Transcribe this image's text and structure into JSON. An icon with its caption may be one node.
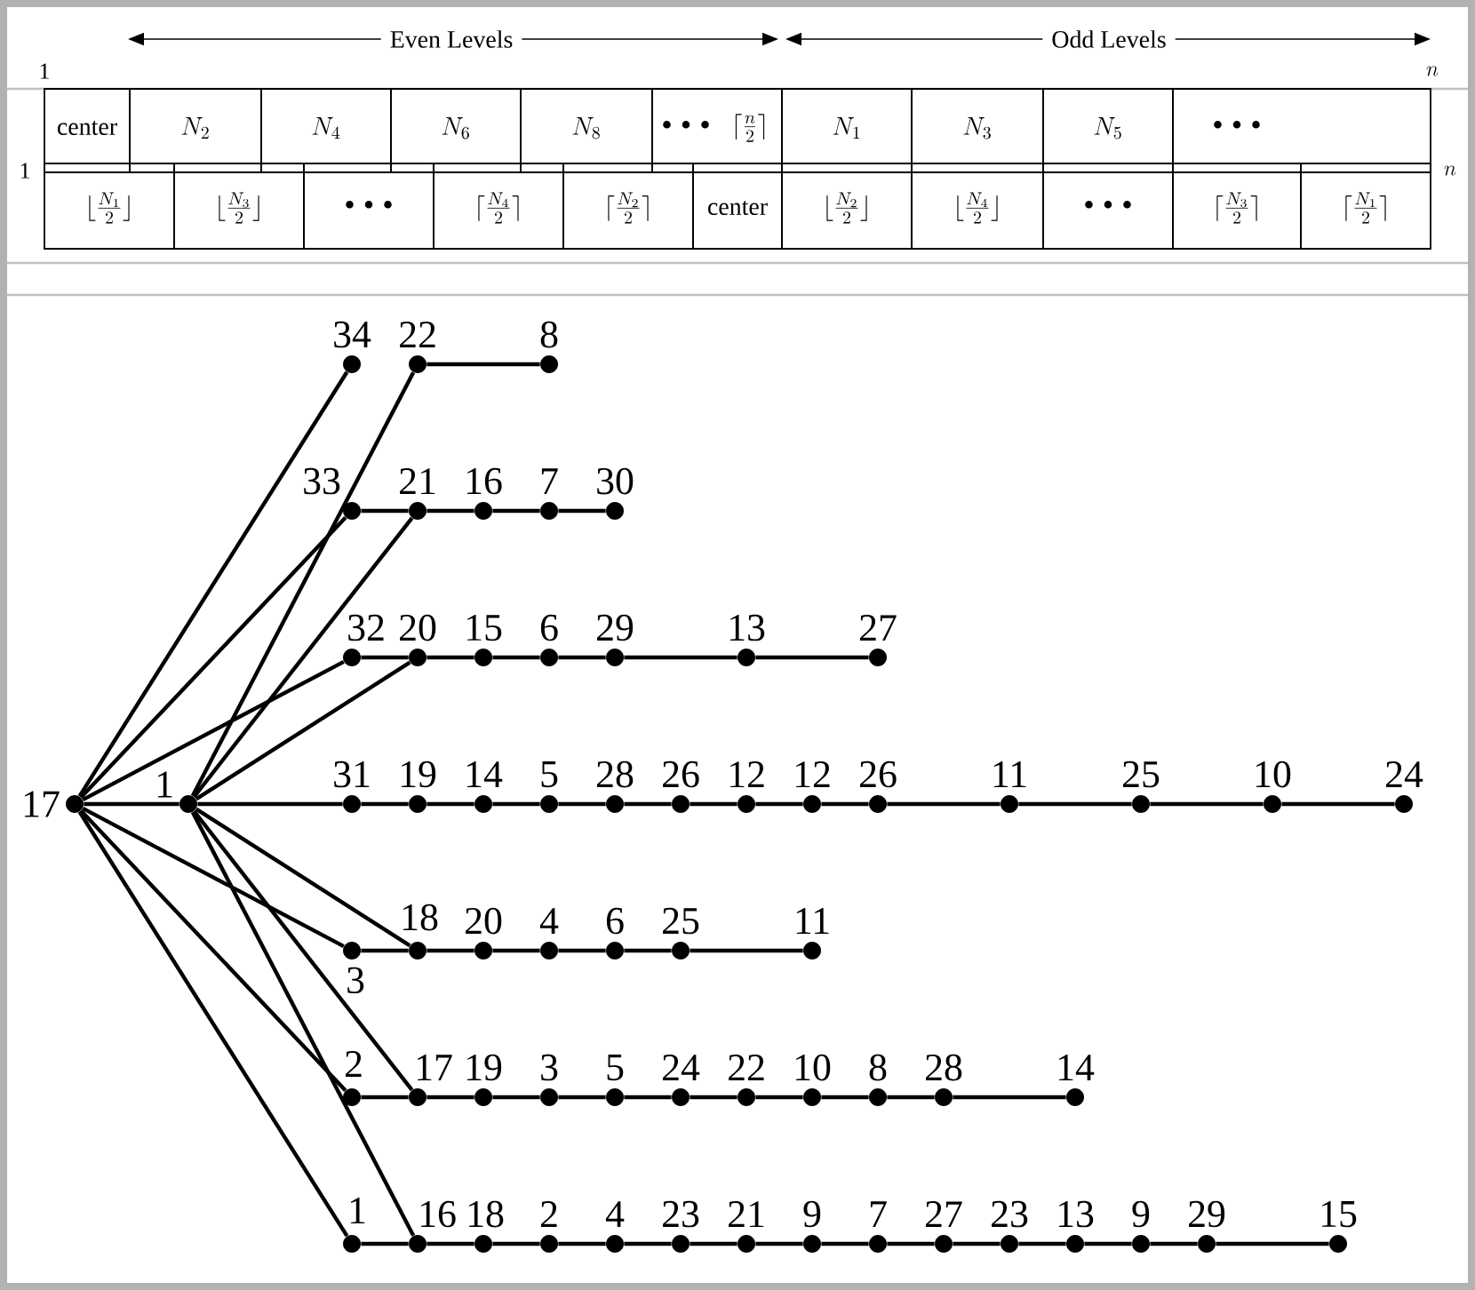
{
  "diagram": {
    "nodes": [
      {
        "text": [
          "34"
        ]
      },
      {
        "text": [
          "22"
        ]
      },
      {
        "text": [
          "8"
        ]
      },
      {
        "text": [
          "33"
        ]
      },
      {
        "text": [
          "21"
        ]
      },
      {
        "text": [
          "16"
        ]
      },
      {
        "text": [
          "7"
        ]
      },
      {
        "text": [
          "30"
        ]
      },
      {
        "text": [
          "32"
        ]
      },
      {
        "text": [
          "20"
        ]
      },
      {
        "text": [
          "15"
        ]
      },
      {
        "text": [
          "6"
        ]
      },
      {
        "text": [
          "29"
        ]
      },
      {
        "text": [
          "13"
        ]
      },
      {
        "text": [
          "27"
        ]
      },
      {
        "text": [
          "17"
        ]
      },
      {
        "text": [
          "1"
        ]
      },
      {
        "text": [
          "31"
        ]
      },
      {
        "text": [
          "19"
        ]
      },
      {
        "text": [
          "14"
        ]
      },
      {
        "text": [
          "5"
        ]
      },
      {
        "text": [
          "28"
        ]
      },
      {
        "text": [
          "26"
        ]
      },
      {
        "text": [
          "12"
        ]
      },
      {
        "text": [
          "12"
        ]
      },
      {
        "text": [
          "26"
        ]
      },
      {
        "text": [
          "11"
        ]
      },
      {
        "text": [
          "25"
        ]
      },
      {
        "text": [
          "10"
        ]
      },
      {
        "text": [
          "24"
        ]
      },
      {
        "text": [
          "3"
        ]
      },
      {
        "text": [
          "18"
        ]
      },
      {
        "text": [
          "20"
        ]
      },
      {
        "text": [
          "4"
        ]
      },
      {
        "text": [
          "6"
        ]
      },
      {
        "text": [
          "25"
        ]
      },
      {
        "text": [
          "11"
        ]
      },
      {
        "text": [
          "2"
        ]
      },
      {
        "text": [
          "17"
        ]
      },
      {
        "text": [
          "19"
        ]
      },
      {
        "text": [
          "3"
        ]
      },
      {
        "text": [
          "5"
        ]
      },
      {
        "text": [
          "24"
        ]
      },
      {
        "text": [
          "22"
        ]
      },
      {
        "text": [
          "10"
        ]
      },
      {
        "text": [
          "8"
        ]
      },
      {
        "text": [
          "28"
        ]
      },
      {
        "text": [
          "14"
        ]
      },
      {
        "text": [
          "1"
        ]
      },
      {
        "text": [
          "16"
        ]
      },
      {
        "text": [
          "18"
        ]
      },
      {
        "text": [
          "2"
        ]
      },
      {
        "text": [
          "4"
        ]
      },
      {
        "text": [
          "23"
        ]
      },
      {
        "text": [
          "21"
        ]
      },
      {
        "text": [
          "9"
        ]
      },
      {
        "text": [
          "7"
        ]
      },
      {
        "text": [
          "27"
        ]
      },
      {
        "text": [
          "23"
        ]
      },
      {
        "text": [
          "13"
        ]
      },
      {
        "text": [
          "9"
        ]
      },
      {
        "text": [
          "29"
        ]
      },
      {
        "text": [
          "15"
        ]
      }
    ],
    "edges": [
      {
        "from": 15,
        "to": 16,
        "arrow": "none"
      },
      {
        "from": 16,
        "to": 17,
        "arrow": "none"
      },
      {
        "from": 15,
        "to": 0,
        "arrow": "none"
      },
      {
        "from": 15,
        "to": 3,
        "arrow": "none"
      },
      {
        "from": 15,
        "to": 8,
        "arrow": "none"
      },
      {
        "from": 15,
        "to": 30,
        "arrow": "none"
      },
      {
        "from": 15,
        "to": 37,
        "arrow": "none"
      },
      {
        "from": 15,
        "to": 48,
        "arrow": "none"
      },
      {
        "from": 16,
        "to": 1,
        "arrow": "none"
      },
      {
        "from": 16,
        "to": 4,
        "arrow": "none"
      },
      {
        "from": 16,
        "to": 9,
        "arrow": "none"
      },
      {
        "from": 16,
        "to": 31,
        "arrow": "none"
      },
      {
        "from": 16,
        "to": 38,
        "arrow": "none"
      },
      {
        "from": 16,
        "to": 49,
        "arrow": "none"
      },
      {
        "from": 1,
        "to": 2,
        "arrow": "none"
      },
      {
        "from": 3,
        "to": 4,
        "arrow": "none"
      },
      {
        "from": 4,
        "to": 5,
        "arrow": "none"
      },
      {
        "from": 5,
        "to": 6,
        "arrow": "none"
      },
      {
        "from": 6,
        "to": 7,
        "arrow": "none"
      },
      {
        "from": 8,
        "to": 9,
        "arrow": "none"
      },
      {
        "from": 9,
        "to": 10,
        "arrow": "none"
      },
      {
        "from": 10,
        "to": 11,
        "arrow": "none"
      },
      {
        "from": 11,
        "to": 12,
        "arrow": "none"
      },
      {
        "from": 12,
        "to": 13,
        "arrow": "none"
      },
      {
        "from": 13,
        "to": 14,
        "arrow": "none"
      },
      {
        "from": 17,
        "to": 18,
        "arrow": "none"
      },
      {
        "from": 18,
        "to": 19,
        "arrow": "none"
      },
      {
        "from": 19,
        "to": 20,
        "arrow": "none"
      },
      {
        "from": 20,
        "to": 21,
        "arrow": "none"
      },
      {
        "from": 21,
        "to": 22,
        "arrow": "none"
      },
      {
        "from": 22,
        "to": 23,
        "arrow": "none"
      },
      {
        "from": 23,
        "to": 24,
        "arrow": "none"
      },
      {
        "from": 24,
        "to": 25,
        "arrow": "none"
      },
      {
        "from": 25,
        "to": 26,
        "arrow": "none"
      },
      {
        "from": 26,
        "to": 27,
        "arrow": "none"
      },
      {
        "from": 27,
        "to": 28,
        "arrow": "none"
      },
      {
        "from": 28,
        "to": 29,
        "arrow": "none"
      },
      {
        "from": 30,
        "to": 31,
        "arrow": "none"
      },
      {
        "from": 31,
        "to": 32,
        "arrow": "none"
      },
      {
        "from": 32,
        "to": 33,
        "arrow": "none"
      },
      {
        "from": 33,
        "to": 34,
        "arrow": "none"
      },
      {
        "from": 34,
        "to": 35,
        "arrow": "none"
      },
      {
        "from": 35,
        "to": 36,
        "arrow": "none"
      },
      {
        "from": 37,
        "to": 38,
        "arrow": "none"
      },
      {
        "from": 38,
        "to": 39,
        "arrow": "none"
      },
      {
        "from": 39,
        "to": 40,
        "arrow": "none"
      },
      {
        "from": 40,
        "to": 41,
        "arrow": "none"
      },
      {
        "from": 41,
        "to": 42,
        "arrow": "none"
      },
      {
        "from": 42,
        "to": 43,
        "arrow": "none"
      },
      {
        "from": 43,
        "to": 44,
        "arrow": "none"
      },
      {
        "from": 44,
        "to": 45,
        "arrow": "none"
      },
      {
        "from": 45,
        "to": 46,
        "arrow": "none"
      },
      {
        "from": 46,
        "to": 47,
        "arrow": "none"
      },
      {
        "from": 48,
        "to": 49,
        "arrow": "none"
      },
      {
        "from": 49,
        "to": 50,
        "arrow": "none"
      },
      {
        "from": 50,
        "to": 51,
        "arrow": "none"
      },
      {
        "from": 51,
        "to": 52,
        "arrow": "none"
      },
      {
        "from": 52,
        "to": 53,
        "arrow": "none"
      },
      {
        "from": 53,
        "to": 54,
        "arrow": "none"
      },
      {
        "from": 54,
        "to": 55,
        "arrow": "none"
      },
      {
        "from": 55,
        "to": 56,
        "arrow": "none"
      },
      {
        "from": 56,
        "to": 57,
        "arrow": "none"
      },
      {
        "from": 57,
        "to": 58,
        "arrow": "none"
      },
      {
        "from": 58,
        "to": 59,
        "arrow": "none"
      },
      {
        "from": 59,
        "to": 60,
        "arrow": "none"
      },
      {
        "from": 60,
        "to": 61,
        "arrow": "none"
      },
      {
        "from": 61,
        "to": 62,
        "arrow": "none"
      }
    ],
    "labels": [
      "Even Levels",
      "Odd Levels",
      "1",
      "n",
      "center",
      "N_2",
      "N_4",
      "N_6",
      "N_8",
      "• • •",
      "\\lceil\\frac{n}{2}\\rceil",
      "N_1",
      "N_3",
      "N_5",
      "• • •",
      "1",
      "n",
      "\\lfloor\\frac{N_1}{2}\\rfloor",
      "\\lfloor\\frac{N_3}{2}\\rfloor",
      "• • •",
      "\\lceil\\frac{N_4}{2}\\rceil",
      "\\lceil\\frac{N_2}{2}\\rceil",
      "center",
      "\\lfloor\\frac{N_2}{2}\\rfloor",
      "\\lfloor\\frac{N_4}{2}\\rfloor",
      "• • •",
      "\\lceil\\frac{N_3}{2}\\rceil",
      "\\lceil\\frac{N_1}{2}\\rceil"
    ]
  }
}
